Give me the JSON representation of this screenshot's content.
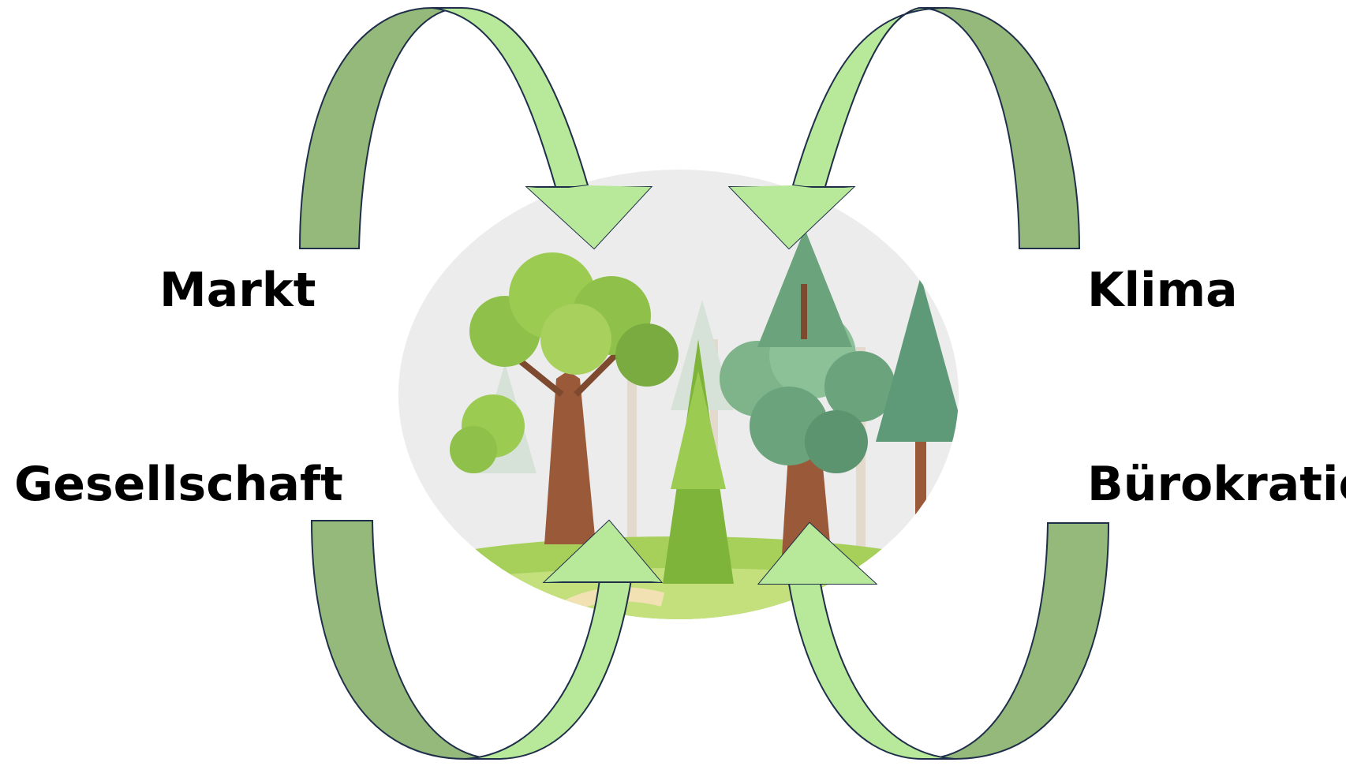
{
  "labels": {
    "markt": "Markt",
    "gesellschaft": "Gesellschaft",
    "klima": "Klima",
    "buerokratie": "Bürokratie"
  },
  "colors": {
    "arrow_light": "#b8e89a",
    "arrow_dark": "#95b87b",
    "arrow_outline": "#1f2f4a",
    "circle_bg": "#ececec",
    "foliage_light": "#8fc14a",
    "foliage_teal": "#6aa37c",
    "trunk": "#9a5a3a",
    "grass": "#a6d05a"
  },
  "icons": {
    "center": "forest-illustration",
    "arrows": [
      "curved-arrow-top-left",
      "curved-arrow-top-right",
      "curved-arrow-bottom-left",
      "curved-arrow-bottom-right"
    ]
  }
}
